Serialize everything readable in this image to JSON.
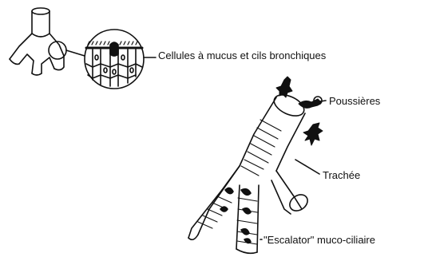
{
  "labels": {
    "cells": "Cellules à mucus et cils bronchiques",
    "dust": "Poussières",
    "trachea": "Trachée",
    "escalator": "\"Escalator\" muco-ciliaire"
  },
  "colors": {
    "ink": "#111111",
    "paper": "#ffffff"
  }
}
